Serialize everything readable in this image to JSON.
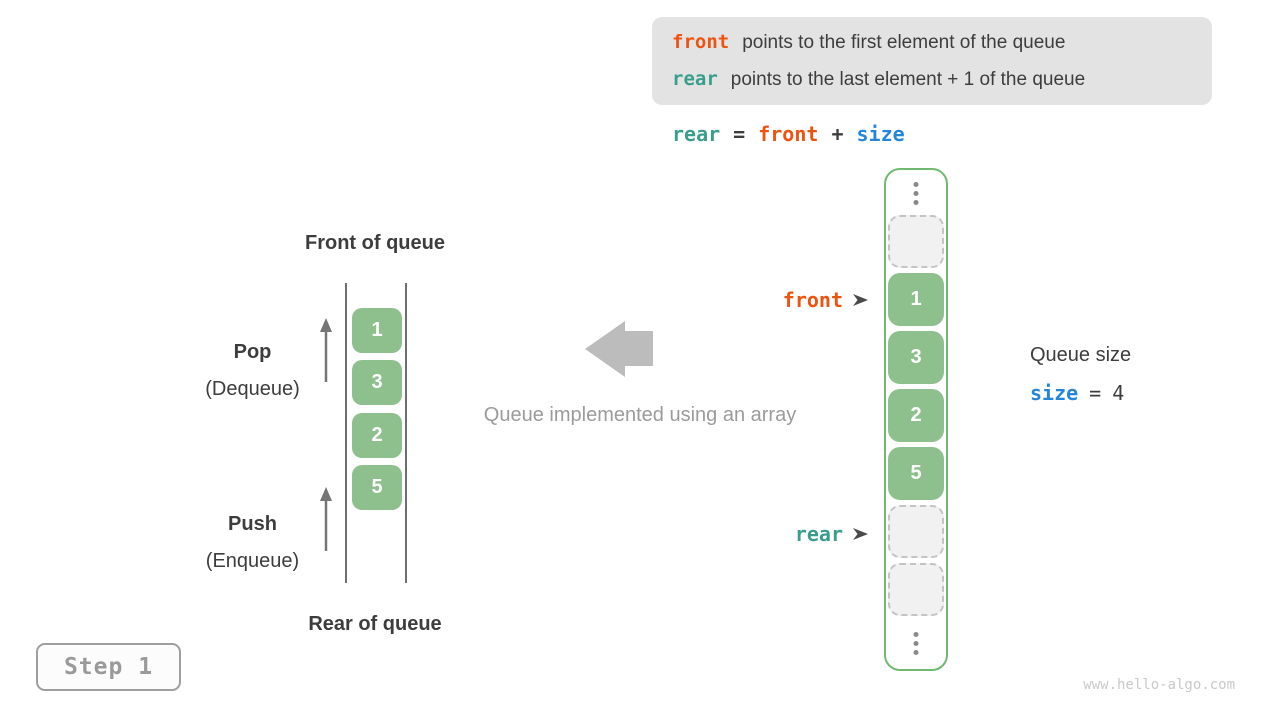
{
  "colors": {
    "code_orange": "#ee5310",
    "code_teal": "#3a9e8d",
    "code_blue": "#2386d9",
    "text_dark": "#3d3d3d",
    "text_gray": "#9b9b9b",
    "cell_green": "#8dc08d",
    "array_border_green": "#71b971",
    "empty_cell_gray": "#f1f1f1"
  },
  "info_box": {
    "line1": {
      "code": "front",
      "text": "points to the first element of the queue"
    },
    "line2": {
      "code": "rear",
      "text": "points to the last element + 1 of the queue"
    }
  },
  "formula": {
    "lhs": "rear",
    "eq": "=",
    "rhs1": "front",
    "plus": "+",
    "rhs2": "size"
  },
  "left_queue": {
    "front_label": "Front of queue",
    "rear_label": "Rear of queue",
    "pop": {
      "label": "Pop",
      "sub": "(Dequeue)"
    },
    "push": {
      "label": "Push",
      "sub": "(Enqueue)"
    }
  },
  "center": {
    "caption": "Queue implemented using an array"
  },
  "queue": {
    "values": [
      "1",
      "3",
      "2",
      "5"
    ]
  },
  "pointers": {
    "front": "front",
    "rear": "rear"
  },
  "size_note": {
    "title": "Queue size",
    "var": "size",
    "eq": "=",
    "value": "4"
  },
  "step_badge": "Step 1",
  "watermark": "www.hello-algo.com"
}
